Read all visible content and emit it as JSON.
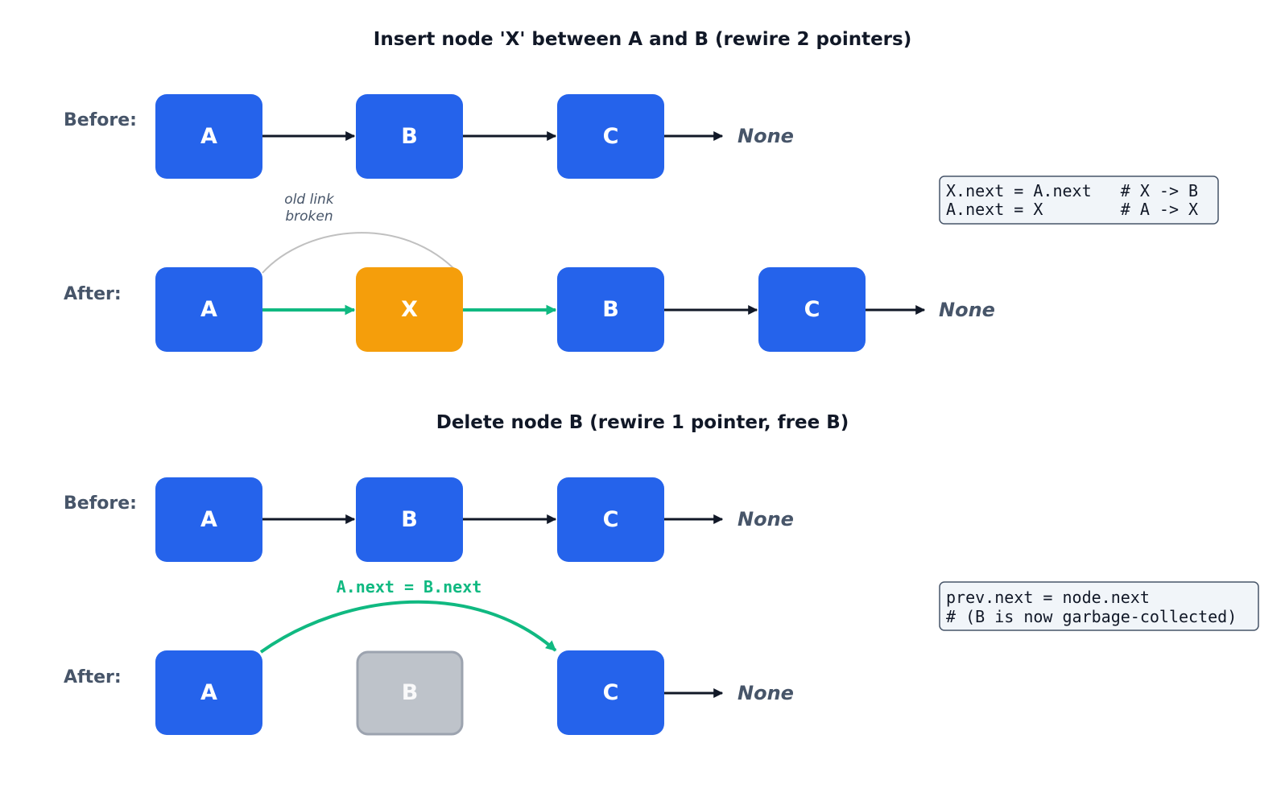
{
  "colors": {
    "node": "#2563eb",
    "node_new": "#f59e0b",
    "node_freed": "#bec3ca",
    "node_freed_border": "#9ca3af",
    "arrow": "#111827",
    "arrow_new": "#10b981",
    "old_link": "#c0c0c0",
    "code_bg": "#f1f5f9",
    "code_border": "#475569"
  },
  "insert": {
    "title": "Insert node 'X' between A and B  (rewire 2 pointers)",
    "before_label": "Before:",
    "before_nodes": [
      "A",
      "B",
      "C"
    ],
    "before_none": "None",
    "after_label": "After:",
    "after_nodes": [
      "A",
      "X",
      "B",
      "C"
    ],
    "after_none": "None",
    "old_link_note": [
      "old link",
      "broken"
    ],
    "code": [
      "X.next = A.next   # X -> B",
      "A.next = X        # A -> X"
    ]
  },
  "delete": {
    "title": "Delete node B  (rewire 1 pointer, free B)",
    "before_label": "Before:",
    "before_nodes": [
      "A",
      "B",
      "C"
    ],
    "before_none": "None",
    "after_label": "After:",
    "after_nodes": [
      "A",
      "B",
      "C"
    ],
    "after_none": "None",
    "rewire_label": "A.next = B.next",
    "code": [
      "prev.next = node.next",
      "# (B is now garbage-collected)"
    ]
  }
}
